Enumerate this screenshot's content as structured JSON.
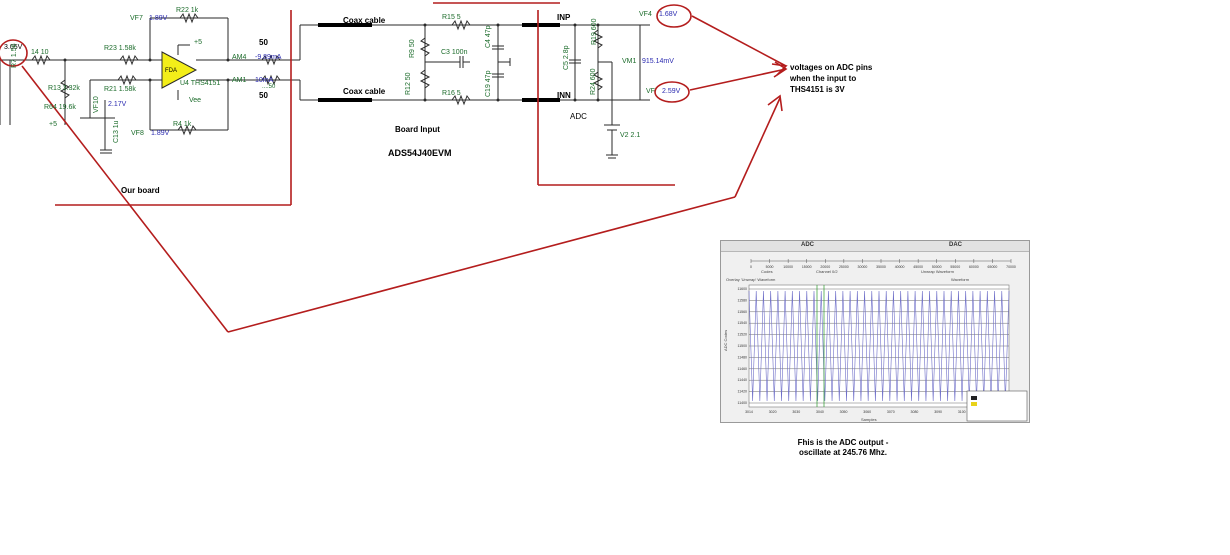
{
  "colors": {
    "annotation_red": "#b41d1d",
    "wire": "#2a2a2a",
    "opamp_fill": "#f3ee19",
    "trace": "#6e6ec8"
  },
  "schematic": {
    "probes": {
      "vf7": "VF7",
      "vf7_value": "1.89V",
      "vf8": "VF8",
      "vf8_value": "1.89V",
      "input_voltage": "3.05V",
      "vf10": "VF10",
      "vf10_value": "2.17V",
      "am4": "AM4",
      "am4_value": "-9.89mA",
      "am1": "AM1",
      "am1_value": "10mA",
      "vf4": "VF4",
      "vf4_value": "1.68V",
      "vf_inn": "VF",
      "vf_inn_value": "2.59V",
      "vm1": "VM1",
      "vm1_value": "915.14mV"
    },
    "components": {
      "r22": "R22 1k",
      "r23": "R23 1.58k",
      "r21": "R21 1.58k",
      "r4": "R4 1k",
      "r14": "14 10",
      "r7": "R7 1.56",
      "r13": "R13 3.32k",
      "r64": "R64 19.6k",
      "c13": "C13 1u",
      "plus5_a": "+5",
      "plus5_b": "+5",
      "vee": "Vee",
      "u4": "U4 THS4151",
      "fda": "FDA",
      "r15": "R15 5",
      "r16": "R16 5",
      "r9": "R9 50",
      "r12": "R12 50",
      "c3": "C3 100n",
      "c4": "C4 47p",
      "c19": "C19 47p",
      "c5": "C5 2.8p",
      "r19": "R19 600",
      "r24": "R24 600",
      "v2": "V2 2.1",
      "ohm50_top": "50",
      "ohm50_bottom": "50",
      "trunc": "....50"
    },
    "labels": {
      "coax_top": "Coax cable",
      "coax_bottom": "Coax cable",
      "inp": "INP",
      "inn": "INN",
      "adc": "ADC",
      "board_input": "Board Input",
      "evm": "ADS54J40EVM",
      "our_board": "Our board"
    }
  },
  "note": {
    "line1": "voltages on ADC pins",
    "line2": "when the input to",
    "line3": "THS4151 is 3V"
  },
  "screenshot": {
    "tab_adc": "ADC",
    "tab_dac": "DAC",
    "ylabel": "ADC Codes",
    "xlabel": "Samples",
    "x_axis_ticks": [
      "3014",
      "3020",
      "3030",
      "3040",
      "3050",
      "3060",
      "3070",
      "3080",
      "3090",
      "3100",
      "3110",
      "3120"
    ],
    "top_axis_ticks": [
      "0",
      "5000",
      "10000",
      "15000",
      "20000",
      "25000",
      "30000",
      "35000",
      "40000",
      "45000",
      "50000",
      "55000",
      "60000",
      "65000",
      "70000"
    ],
    "y_axis_ticks": [
      "11600",
      "11580",
      "11560",
      "11540",
      "11520",
      "11500",
      "11480",
      "11460",
      "11440",
      "11420",
      "11400"
    ],
    "option_codes": "Codes",
    "option_channel": "Channel 0/2",
    "option_overlay": "Overlay 'Unwrap' Waveform",
    "option_unwrap": "Unwrap Waveform",
    "option_waveform": "Waveform",
    "cycles_shown": 36
  },
  "caption": {
    "line1": "Fhis is the ADC output -",
    "line2": "oscillate at 245.76 Mhz."
  }
}
